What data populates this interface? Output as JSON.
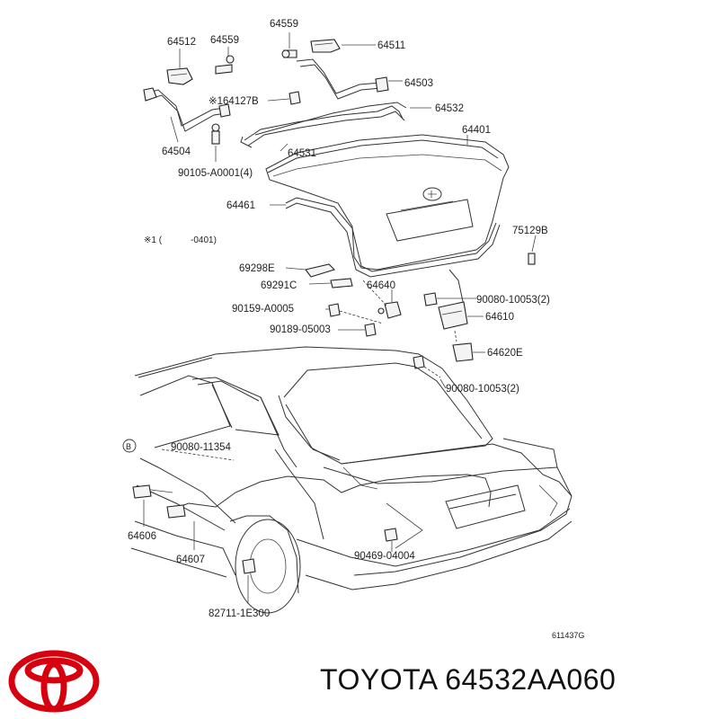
{
  "labels": {
    "p64559a": "64559",
    "p64511": "64511",
    "p64512": "64512",
    "p64559b": "64559",
    "p64503": "64503",
    "p64127b": "※164127B",
    "p64532": "64532",
    "p64401": "64401",
    "p64504": "64504",
    "p64531": "64531",
    "p90105": "90105-A0001(4)",
    "p64461": "64461",
    "p75129b": "75129B",
    "note1_mark": "※1 (",
    "note1_range": "-0401)",
    "p69298e": "69298E",
    "p69291c": "69291C",
    "p64640": "64640",
    "p90080a": "90080-10053(2)",
    "p90159": "90159-A0005",
    "p64610": "64610",
    "p90189": "90189-05003",
    "p64620e": "64620E",
    "p90080b": "90080-10053(2)",
    "circle_b": "B",
    "p90080c": "90080-11354",
    "p64606": "64606",
    "p64607": "64607",
    "p90469": "90469-04004",
    "p82711": "82711-1E300",
    "diagram_code": "611437G"
  },
  "footer": {
    "part_title": "TOYOTA 64532AA060",
    "logo_icon": "toyota-logo-icon",
    "logo_color": "#d7000f"
  }
}
